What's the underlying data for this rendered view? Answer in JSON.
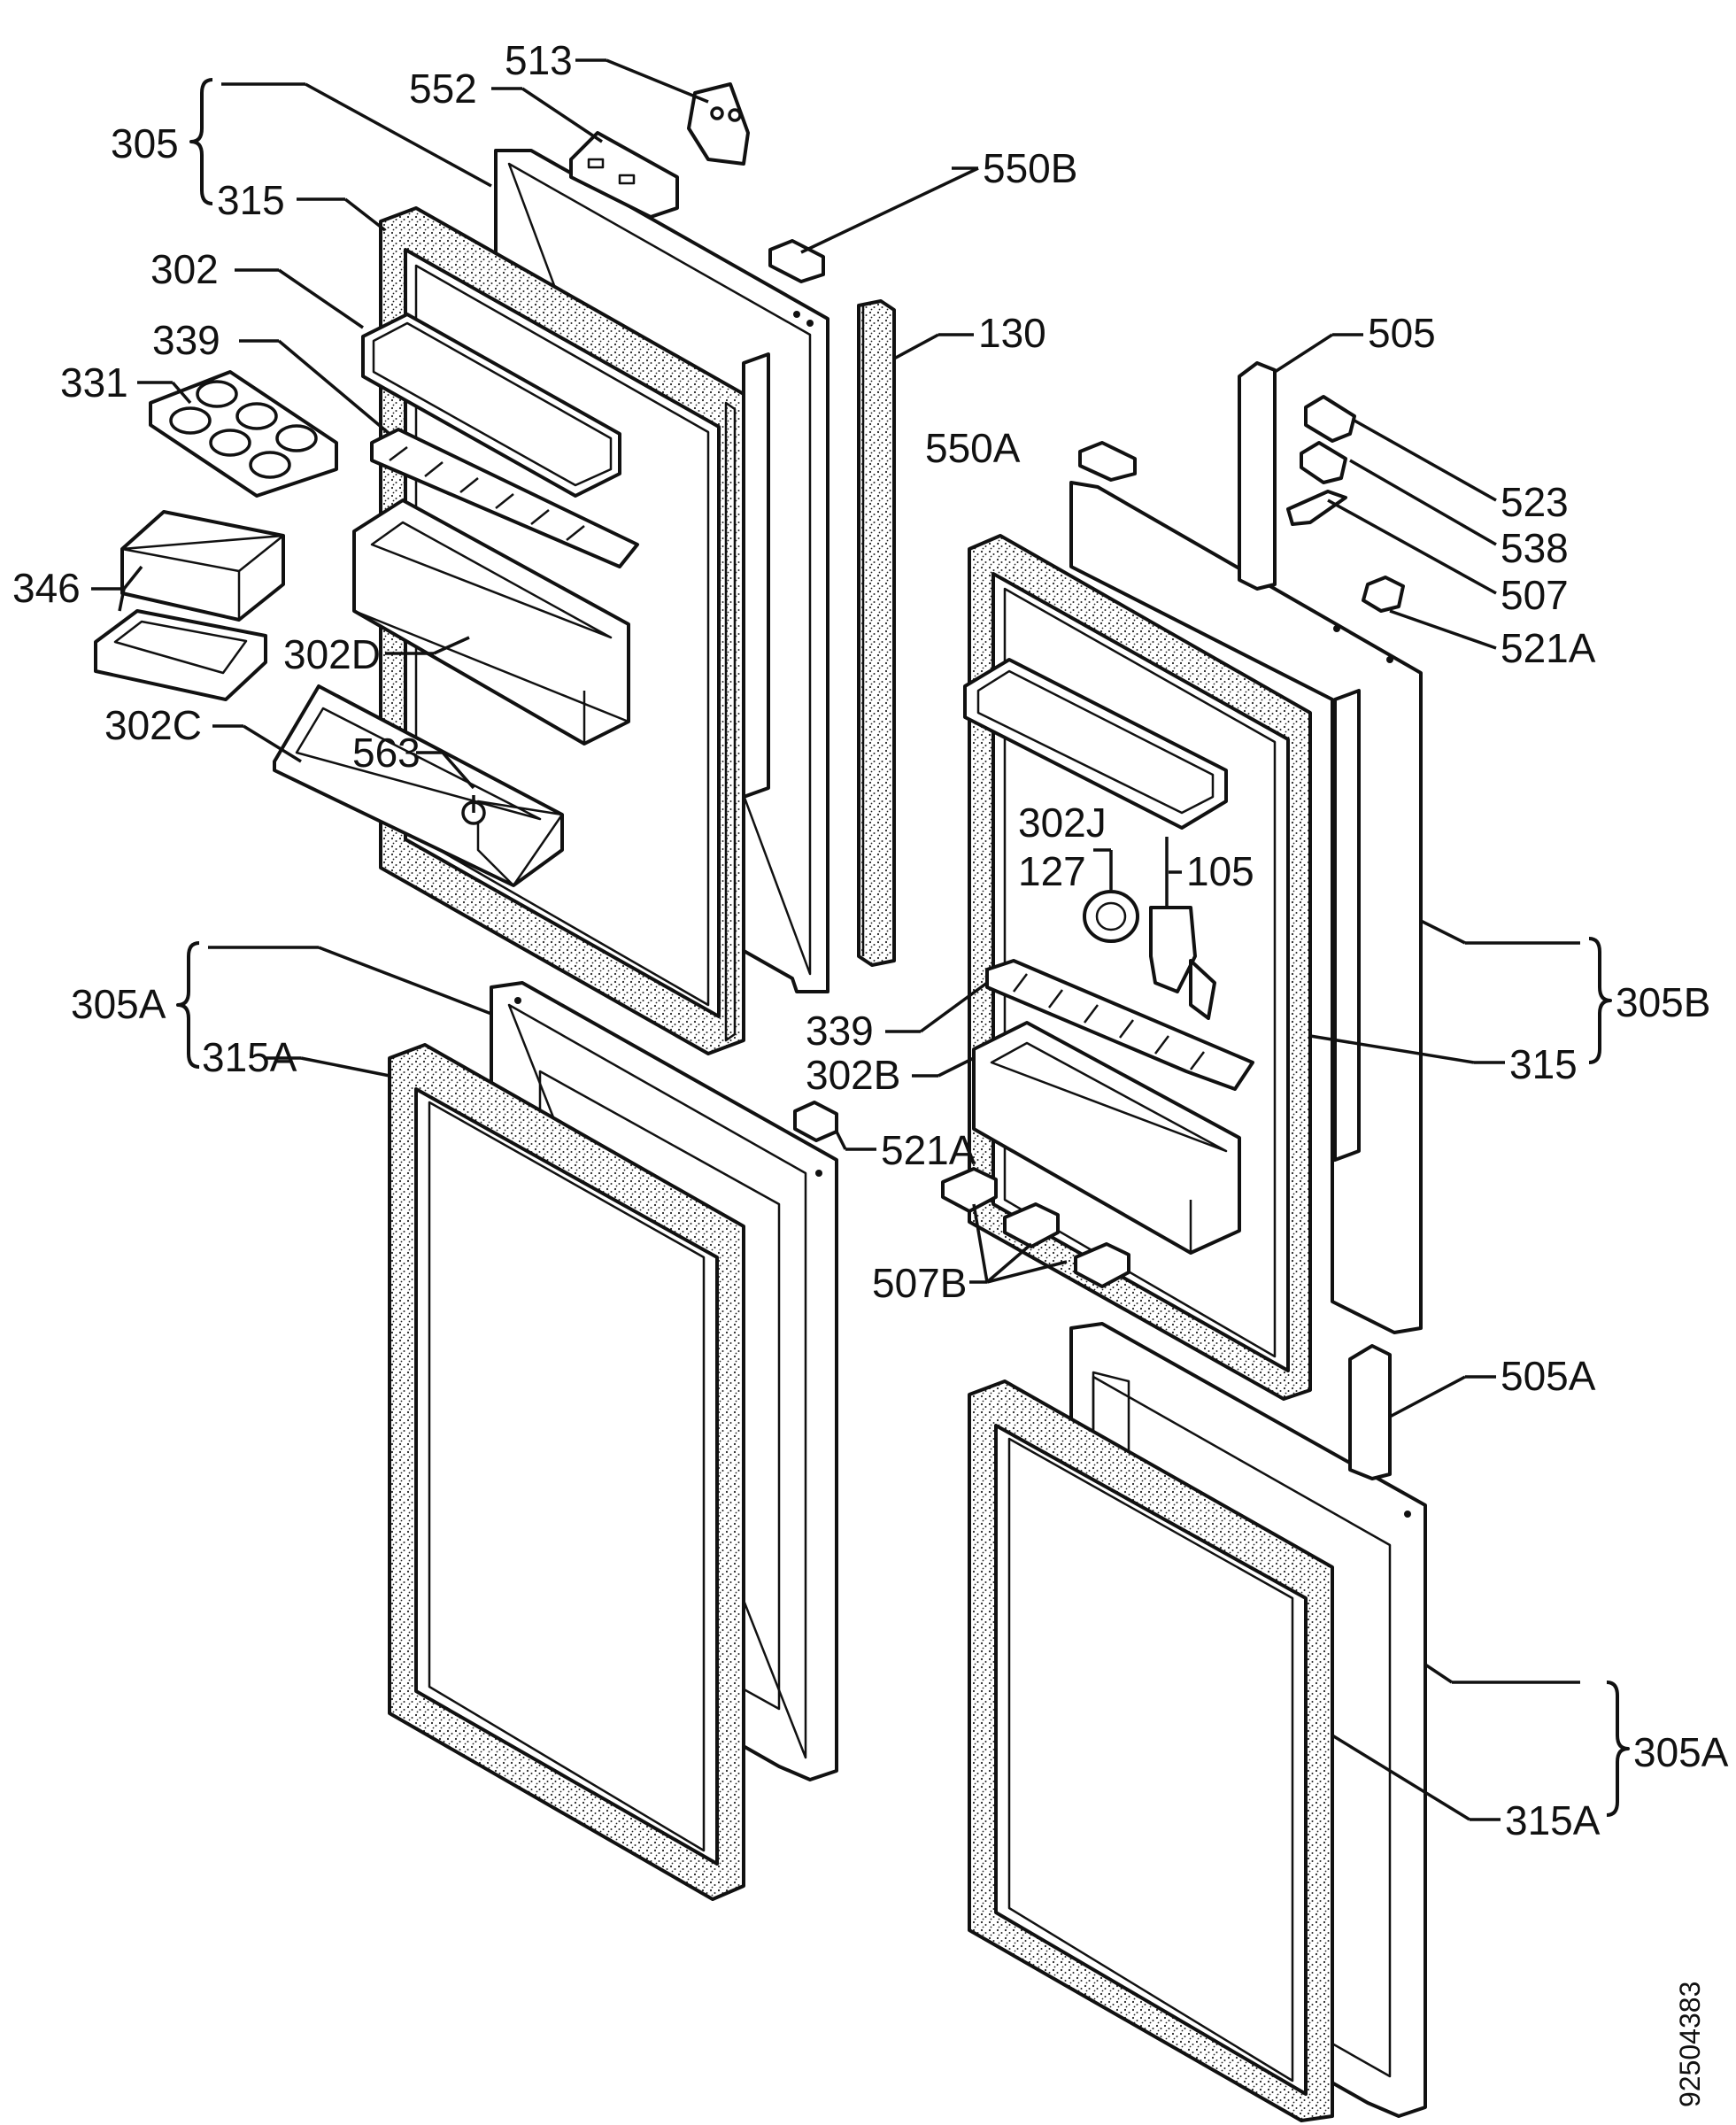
{
  "labels": {
    "l513": "513",
    "l552": "552",
    "l305_tl": "305",
    "l315_tl": "315",
    "l550b": "550B",
    "l302": "302",
    "l130": "130",
    "l505": "505",
    "l339_l": "339",
    "l331": "331",
    "l550a": "550A",
    "l523": "523",
    "l538": "538",
    "l346": "346",
    "l507": "507",
    "l521a_r": "521A",
    "l302d": "302D",
    "l302c": "302C",
    "l563": "563",
    "l302j": "302J",
    "l127": "127",
    "l105": "105",
    "l305a_l": "305A",
    "l315a_l": "315A",
    "l339_r": "339",
    "l302b": "302B",
    "l305b": "305B",
    "l315_r": "315",
    "l521a_c": "521A",
    "l507b": "507B",
    "l505a": "505A",
    "l305a_r": "305A",
    "l315a_r": "315A",
    "drawing_no": "92504383"
  }
}
